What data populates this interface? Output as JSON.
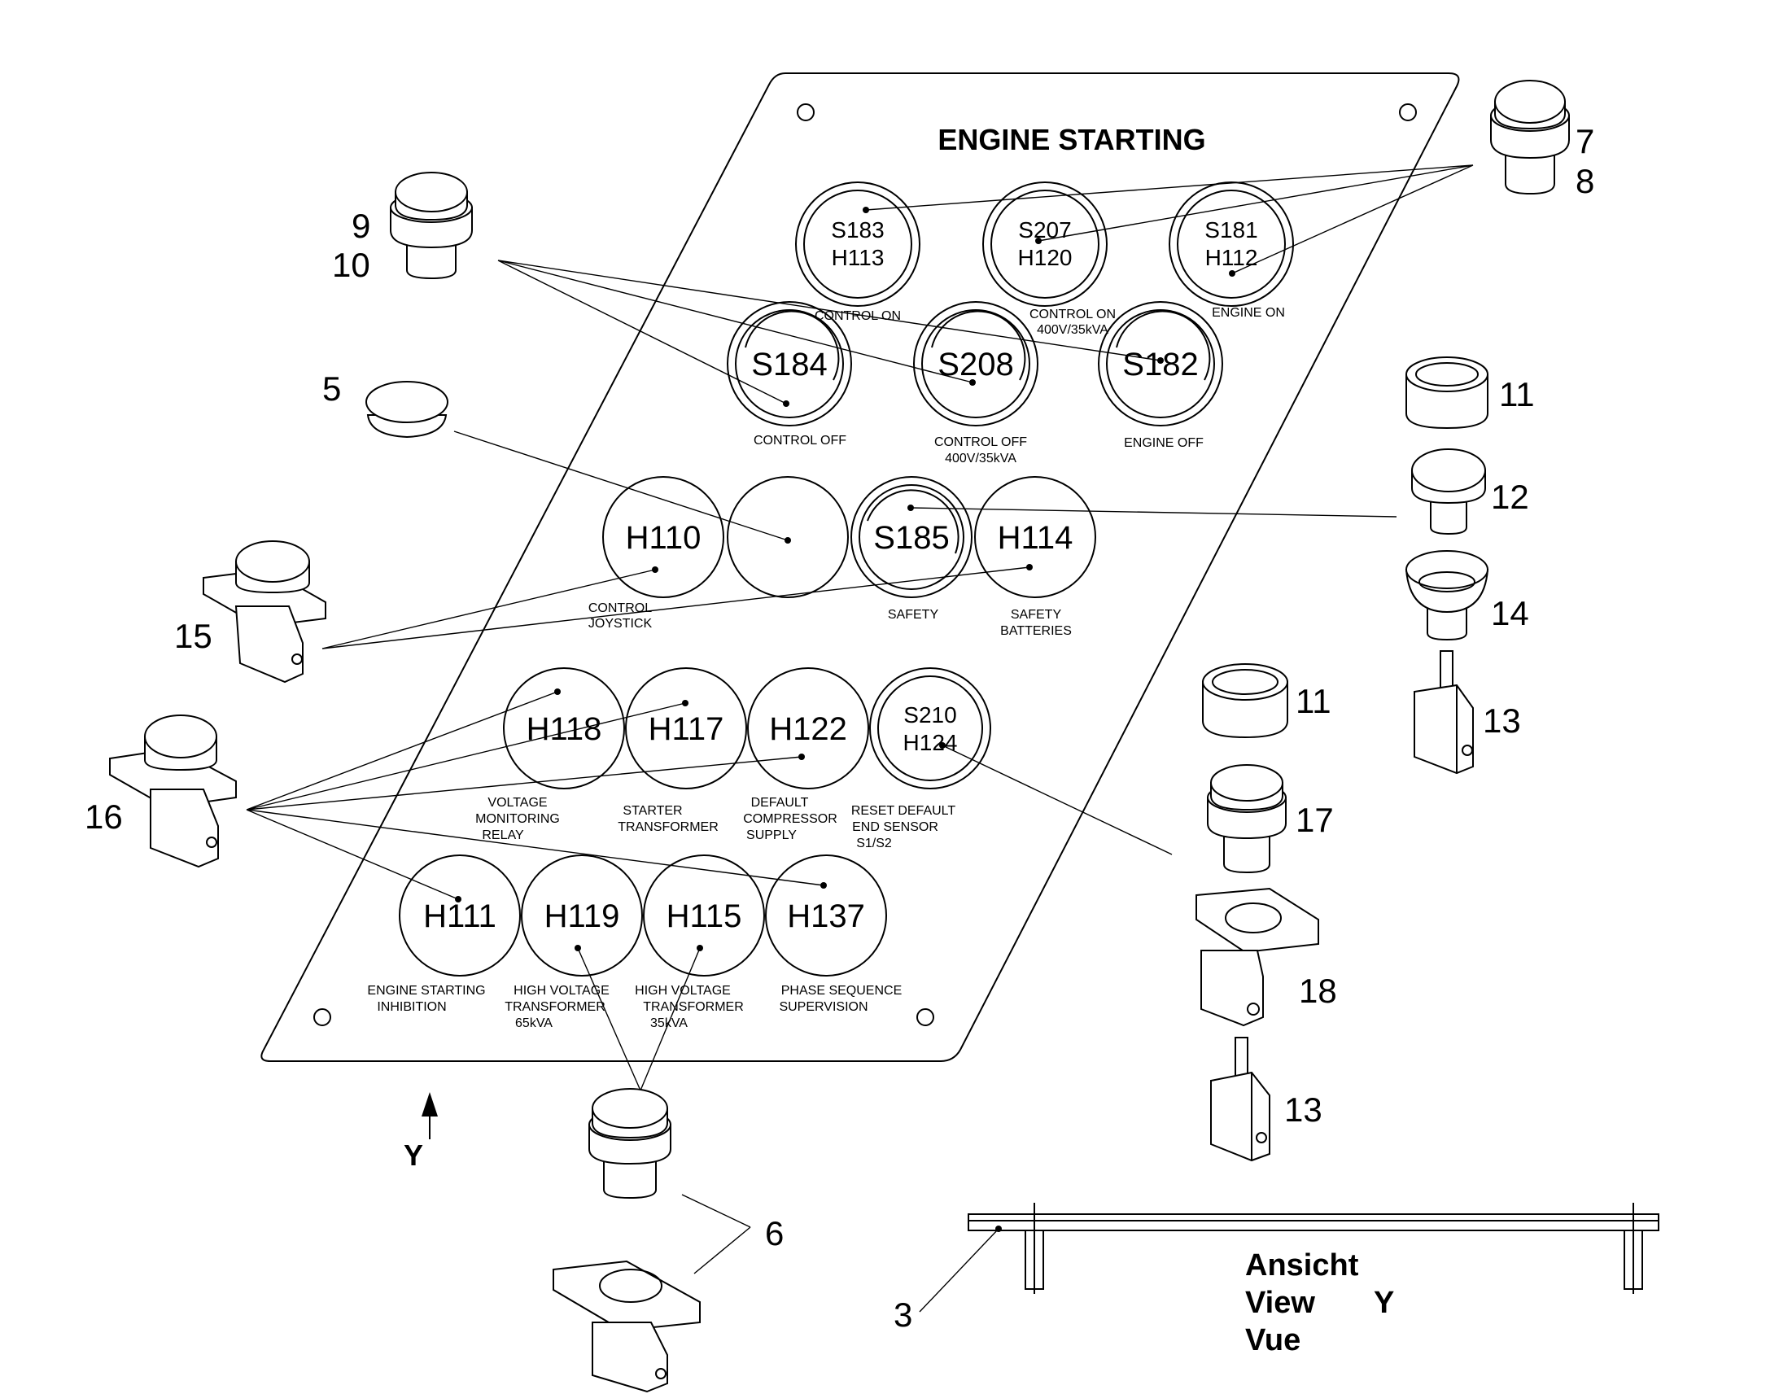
{
  "panel": {
    "title": "ENGINE STARTING"
  },
  "lamps": [
    {
      "id": "s183",
      "line1": "S183",
      "line2": "H113",
      "label1": "CONTROL ON",
      "label2": ""
    },
    {
      "id": "s207",
      "line1": "S207",
      "line2": "H120",
      "label1": "CONTROL ON",
      "label2": "400V/35kVA"
    },
    {
      "id": "s181",
      "line1": "S181",
      "line2": "H112",
      "label1": "ENGINE ON",
      "label2": ""
    },
    {
      "id": "s184",
      "line1": "S184",
      "line2": "",
      "label1": "CONTROL OFF",
      "label2": ""
    },
    {
      "id": "s208",
      "line1": "S208",
      "line2": "",
      "label1": "CONTROL OFF",
      "label2": "400V/35kVA"
    },
    {
      "id": "s182",
      "line1": "S182",
      "line2": "",
      "label1": "ENGINE OFF",
      "label2": ""
    },
    {
      "id": "h110",
      "line1": "H110",
      "line2": "",
      "label1": "CONTROL",
      "label2": "JOYSTICK"
    },
    {
      "id": "blank",
      "line1": "",
      "line2": "",
      "label1": "",
      "label2": ""
    },
    {
      "id": "s185",
      "line1": "S185",
      "line2": "",
      "label1": "SAFETY",
      "label2": ""
    },
    {
      "id": "h114",
      "line1": "H114",
      "line2": "",
      "label1": "SAFETY",
      "label2": "BATTERIES"
    },
    {
      "id": "h118",
      "line1": "H118",
      "line2": "",
      "label1": "VOLTAGE",
      "label2": "MONITORING",
      "label3": "RELAY"
    },
    {
      "id": "h117",
      "line1": "H117",
      "line2": "",
      "label1": "STARTER",
      "label2": "TRANSFORMER"
    },
    {
      "id": "h122",
      "line1": "H122",
      "line2": "",
      "label1": "DEFAULT",
      "label2": "COMPRESSOR",
      "label3": "SUPPLY"
    },
    {
      "id": "s210",
      "line1": "S210",
      "line2": "H124",
      "label1": "RESET DEFAULT",
      "label2": "END SENSOR",
      "label3": "S1/S2"
    },
    {
      "id": "h111",
      "line1": "H111",
      "line2": "",
      "label1": "ENGINE STARTING",
      "label2": "INHIBITION"
    },
    {
      "id": "h119",
      "line1": "H119",
      "line2": "",
      "label1": "HIGH VOLTAGE",
      "label2": "TRANSFORMER",
      "label3": "65kVA"
    },
    {
      "id": "h115",
      "line1": "H115",
      "line2": "",
      "label1": "HIGH VOLTAGE",
      "label2": "TRANSFORMER",
      "label3": "35kVA"
    },
    {
      "id": "h137",
      "line1": "H137",
      "line2": "",
      "label1": "PHASE SEQUENCE",
      "label2": "SUPERVISION"
    }
  ],
  "callouts": {
    "c3": "3",
    "c5": "5",
    "c6": "6",
    "c7": "7",
    "c8": "8",
    "c9": "9",
    "c10": "10",
    "c11a": "11",
    "c11b": "11",
    "c12": "12",
    "c13a": "13",
    "c13b": "13",
    "c14": "14",
    "c15": "15",
    "c16": "16",
    "c17": "17",
    "c18": "18"
  },
  "view_arrow": {
    "label": "Y"
  },
  "side_view": {
    "line1": "Ansicht",
    "line2": "View",
    "line2b": "Y",
    "line3": "Vue"
  }
}
